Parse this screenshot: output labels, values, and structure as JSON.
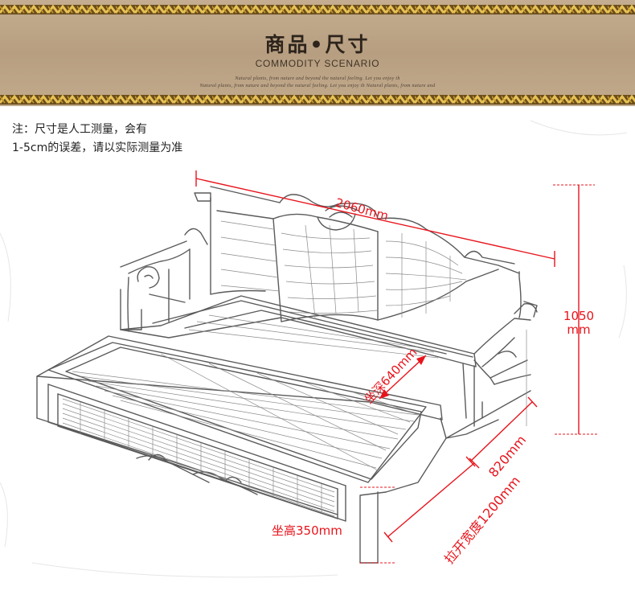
{
  "header": {
    "title": "商品•尺寸",
    "subtitle": "COMMODITY SCENARIO",
    "tagline_1": "Natural plants, from nature and beyond the natural feeling. Let you enjoy th",
    "tagline_2": "Natural plants, from nature and beyond the natural feeling. Let you enjoy th Natural plants, from nature and"
  },
  "note": {
    "line_1": "注：尺寸是人工测量，会有",
    "line_2": "1-5cm的误差，请以实际测量为准"
  },
  "dimensions": {
    "length": "2060mm",
    "height_value": "1050",
    "height_unit": "mm",
    "seat_depth": "坐深640mm",
    "width": "820mm",
    "seat_height": "坐高350mm",
    "pullout_width": "拉开宽度1200mm"
  },
  "colors": {
    "banner": "#bca384",
    "dimension_red": "#e8141c",
    "sketch": "#5a5a5a"
  }
}
